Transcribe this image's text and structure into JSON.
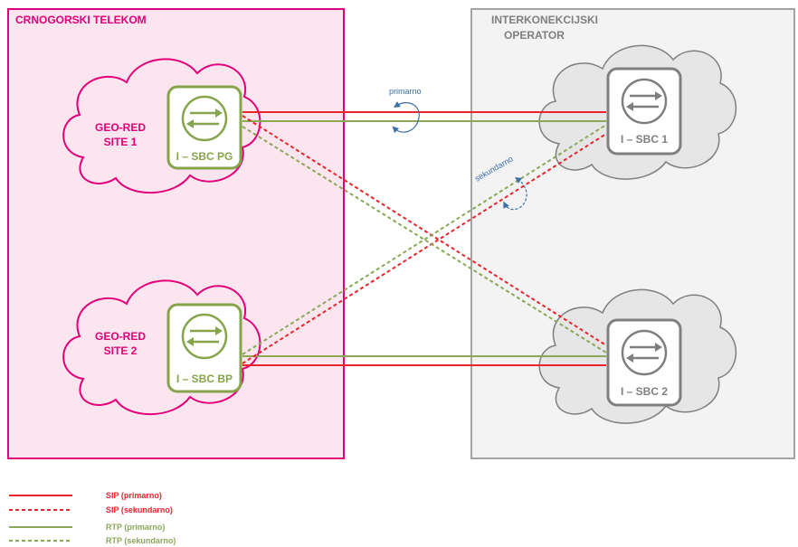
{
  "regions": {
    "left_title": "CRNOGORSKI TELEKOM",
    "right_title_line1": "INTERKONEKCIJSKI",
    "right_title_line2": "OPERATOR"
  },
  "sites": {
    "site1_line1": "GEO-RED",
    "site1_line2": "SITE 1",
    "site2_line1": "GEO-RED",
    "site2_line2": "SITE 2"
  },
  "devices": {
    "sbc_pg": "I – SBC PG",
    "sbc_bp": "I – SBC BP",
    "sbc_1": "I – SBC 1",
    "sbc_2": "I – SBC 2"
  },
  "annotations": {
    "primary": "primarno",
    "secondary": "sekundarno"
  },
  "legend": {
    "sip_primary": "SIP (primarno)",
    "sip_secondary": "SIP (sekundarno)",
    "rtp_primary": "RTP (primarno)",
    "rtp_secondary": "RTP (sekundarno)"
  },
  "colors": {
    "magenta": "#e2007a",
    "magenta_fill": "#fbe5ef",
    "gray_border": "#a3a3a3",
    "gray_fill": "#f3f3f3",
    "cloud_gray": "#e6e6e6",
    "sip_red": "#e8262c",
    "rtp_green": "#8aa857",
    "device_green": "#86a44a",
    "device_gray": "#7f7f7f",
    "annotation_blue": "#3d6fa8"
  }
}
